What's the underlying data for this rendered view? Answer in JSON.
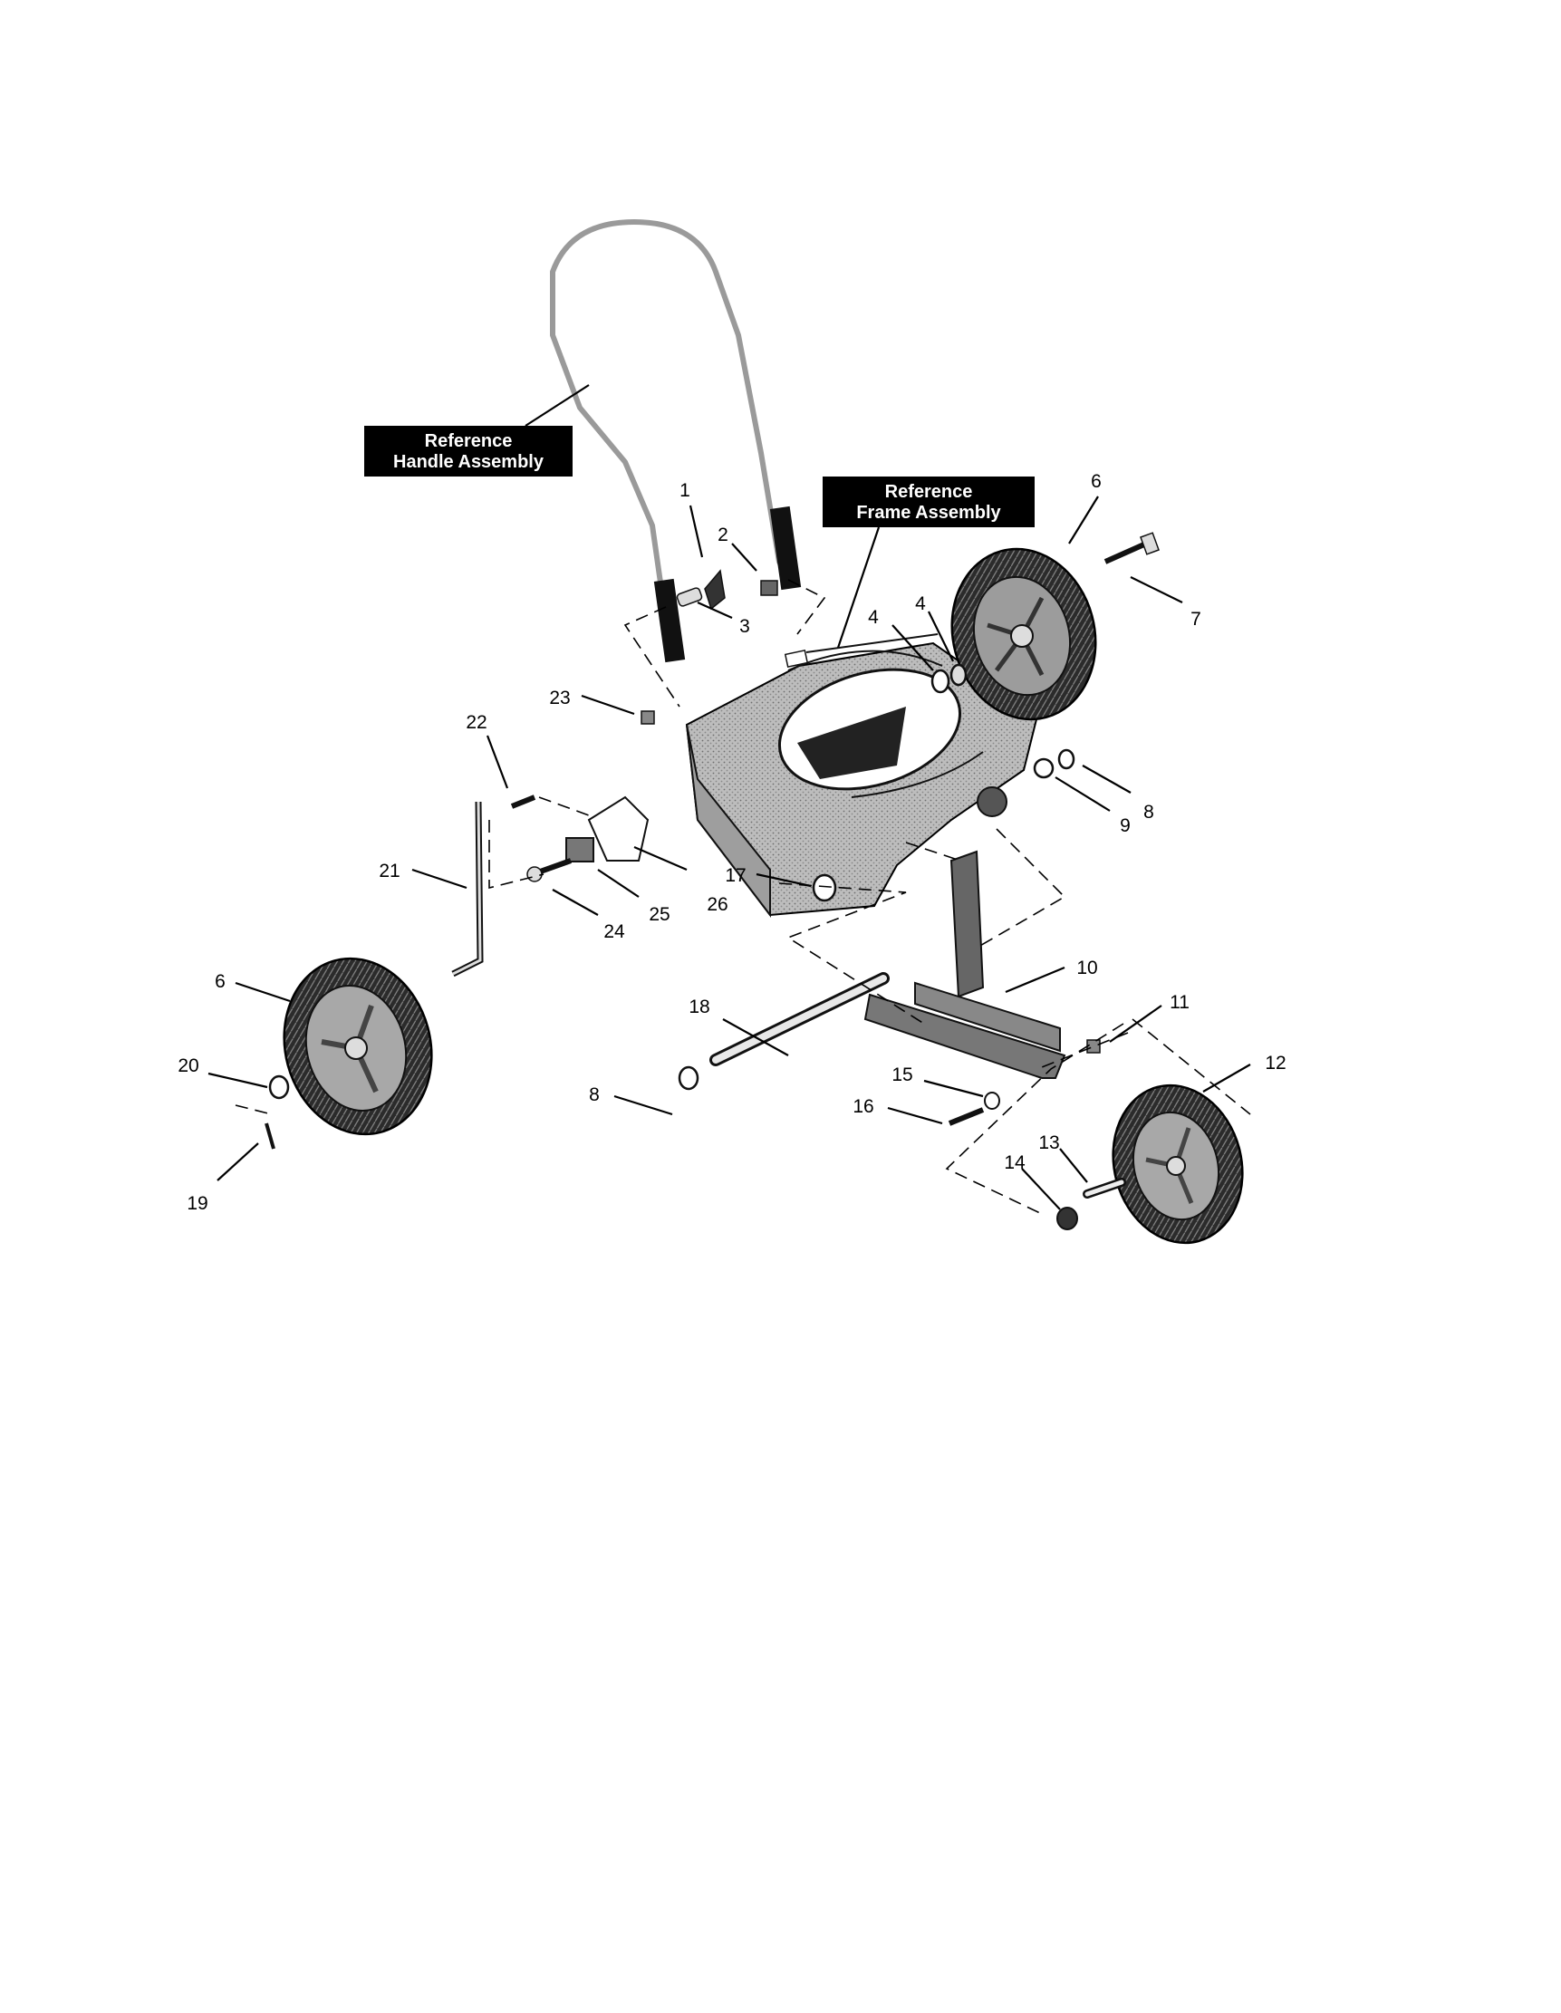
{
  "reference_labels": {
    "handle": [
      "Reference",
      "Handle Assembly"
    ],
    "frame": [
      "Reference",
      "Frame Assembly"
    ]
  },
  "callouts": [
    {
      "id": "c1",
      "number": "1"
    },
    {
      "id": "c2",
      "number": "2"
    },
    {
      "id": "c3",
      "number": "3"
    },
    {
      "id": "c4a",
      "number": "4"
    },
    {
      "id": "c4b",
      "number": "4"
    },
    {
      "id": "c6a",
      "number": "6"
    },
    {
      "id": "c7",
      "number": "7"
    },
    {
      "id": "c8a",
      "number": "8"
    },
    {
      "id": "c9",
      "number": "9"
    },
    {
      "id": "c23",
      "number": "23"
    },
    {
      "id": "c22",
      "number": "22"
    },
    {
      "id": "c21",
      "number": "21"
    },
    {
      "id": "c17",
      "number": "17"
    },
    {
      "id": "c26",
      "number": "26"
    },
    {
      "id": "c25",
      "number": "25"
    },
    {
      "id": "c24",
      "number": "24"
    },
    {
      "id": "c10",
      "number": "10"
    },
    {
      "id": "c11",
      "number": "11"
    },
    {
      "id": "c12",
      "number": "12"
    },
    {
      "id": "c18",
      "number": "18"
    },
    {
      "id": "c15",
      "number": "15"
    },
    {
      "id": "c16",
      "number": "16"
    },
    {
      "id": "c8b",
      "number": "8"
    },
    {
      "id": "c13",
      "number": "13"
    },
    {
      "id": "c14",
      "number": "14"
    },
    {
      "id": "c6b",
      "number": "6"
    },
    {
      "id": "c20",
      "number": "20"
    },
    {
      "id": "c19",
      "number": "19"
    }
  ]
}
